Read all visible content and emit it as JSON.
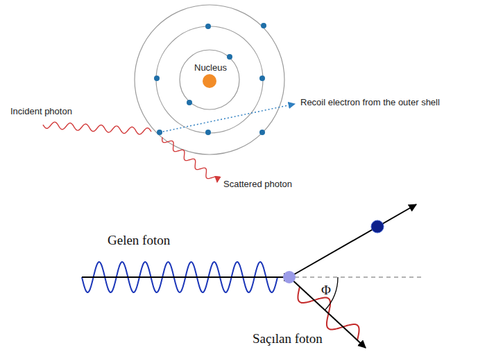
{
  "diagram": {
    "labels": [
      "Nucleus",
      "Incident photon",
      "Recoil electron from the outer shell",
      "Scattered photon",
      "Gelen foton",
      "Φ",
      "Saçılan foton"
    ]
  }
}
